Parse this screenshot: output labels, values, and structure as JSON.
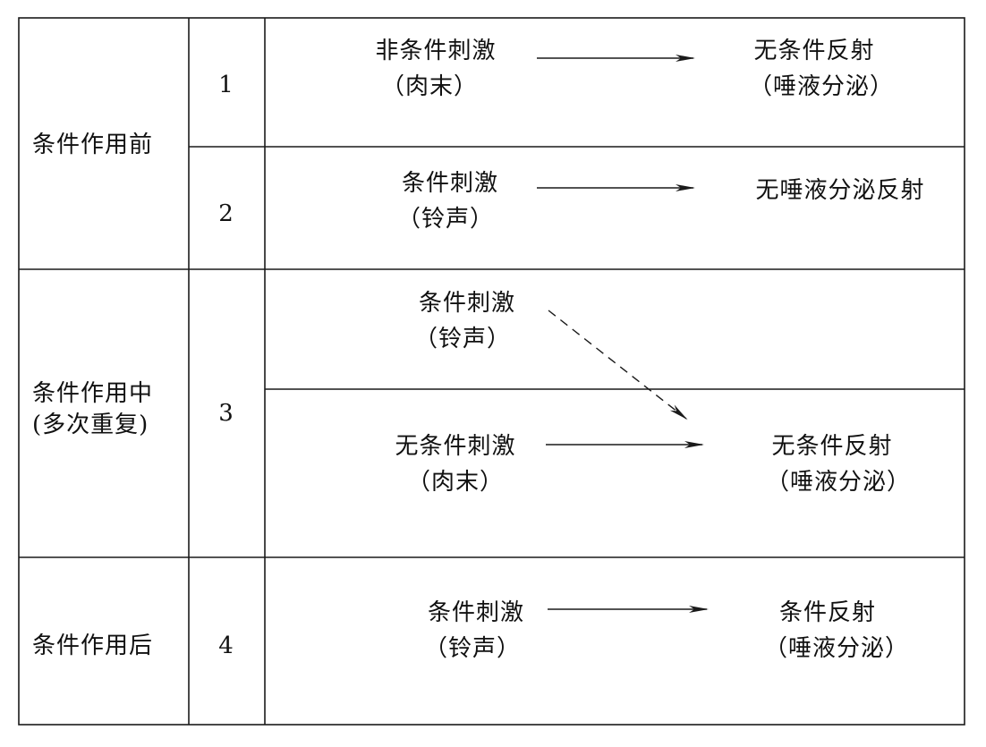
{
  "rows": [
    {
      "phase": "条件作用前",
      "stages": [
        {
          "number": "1",
          "stimulus": [
            "非条件刺激",
            "（肉末）"
          ],
          "response": [
            "无条件反射",
            "（唾液分泌）"
          ]
        },
        {
          "number": "2",
          "stimulus": [
            "条件刺激",
            "（铃声）"
          ],
          "response": [
            "无唾液分泌反射"
          ]
        }
      ]
    },
    {
      "phase": [
        "条件作用中",
        "(多次重复)"
      ],
      "stages": [
        {
          "number": "3",
          "stimulus_top": [
            "条件刺激",
            "（铃声）"
          ],
          "stimulus_bottom": [
            "无条件刺激",
            "（肉末）"
          ],
          "response": [
            "无条件反射",
            "（唾液分泌）"
          ]
        }
      ]
    },
    {
      "phase": "条件作用后",
      "stages": [
        {
          "number": "4",
          "stimulus": [
            "条件刺激",
            "（铃声）"
          ],
          "response": [
            "条件反射",
            "（唾液分泌）"
          ]
        }
      ]
    }
  ],
  "colors": {
    "line": "#1a1a1a",
    "text": "#111111"
  }
}
